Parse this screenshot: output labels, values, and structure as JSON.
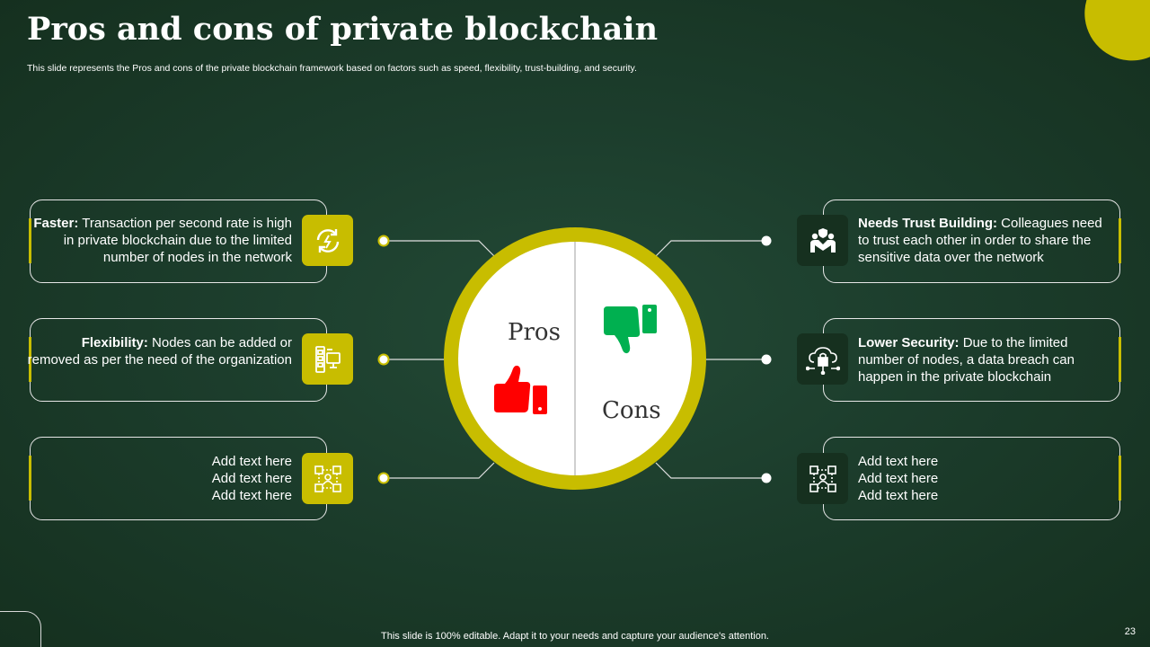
{
  "title": "Pros and cons of private blockchain",
  "subtitle": "This slide represents the Pros and cons of the private  blockchain framework based on factors such as speed, flexibility, trust-building, and security.",
  "center": {
    "pros_label": "Pros",
    "cons_label": "Cons"
  },
  "pros": [
    {
      "heading": "Faster:",
      "body": " Transaction per second rate is high in private blockchain due to the limited number  of nodes in the network",
      "icon": "speed-sync-icon"
    },
    {
      "heading": "Flexibility:",
      "body": " Nodes can be added or removed as per the need of the organization",
      "icon": "flexible-nodes-icon"
    },
    {
      "lines": [
        "Add text here",
        "Add text here",
        "Add text here"
      ],
      "icon": "network-people-icon"
    }
  ],
  "cons": [
    {
      "heading": "Needs Trust Building:",
      "body": " Colleagues need to trust each other in order to share the sensitive data over the network",
      "icon": "trust-handshake-icon"
    },
    {
      "heading": "Lower Security:",
      "body": " Due to the limited number of nodes, a data breach can happen in the private blockchain",
      "icon": "security-lock-icon"
    },
    {
      "lines": [
        "Add text here",
        "Add text here",
        "Add text here"
      ],
      "icon": "network-people-icon"
    }
  ],
  "colors": {
    "accent": "#c8bd00",
    "background": "#1c3d2c",
    "thumbs_up": "#ff0000",
    "thumbs_down": "#00b050"
  },
  "footer": "This slide is 100% editable. Adapt it to your needs and capture your audience's attention.",
  "page_number": "23"
}
